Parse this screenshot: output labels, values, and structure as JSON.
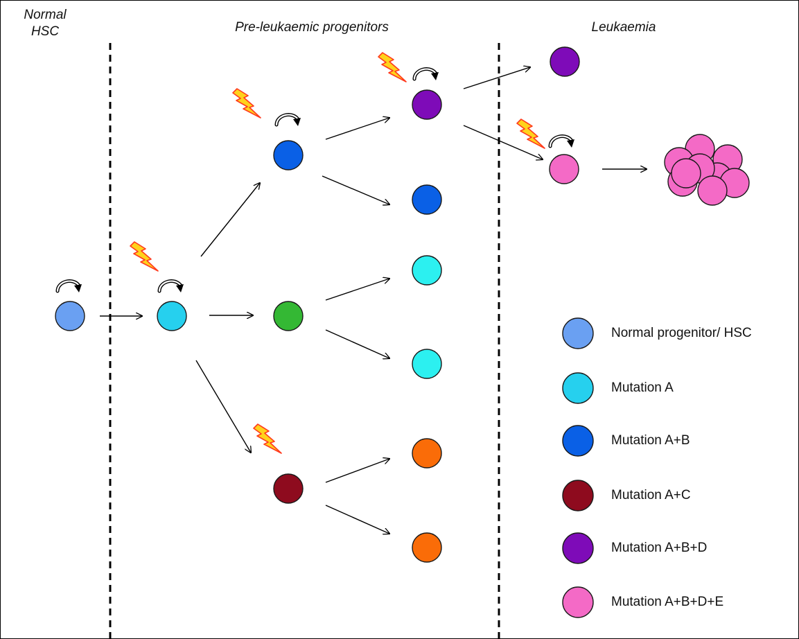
{
  "headers": {
    "normal_line1": "Normal",
    "normal_line2": "HSC",
    "pre": "Pre-leukaemic progenitors",
    "leuk": "Leukaemia"
  },
  "colors": {
    "normal": "#6aa0f2",
    "mut_a": "#26d0ee",
    "mut_ab": "#0a60e6",
    "mut_ac": "#8e0b1e",
    "mut_abd": "#7e0bb8",
    "mut_abde": "#f46ac6",
    "green": "#34b834",
    "cyan_light": "#2cf0f0",
    "orange": "#fa6c08",
    "lightning": "#ffd21c",
    "lightning_stroke": "#ff3a1e"
  },
  "legend": [
    {
      "label": "Normal progenitor/ HSC",
      "color": "#6aa0f2"
    },
    {
      "label": "Mutation A",
      "color": "#26d0ee"
    },
    {
      "label": "Mutation A+B",
      "color": "#0a60e6"
    },
    {
      "label": "Mutation A+C",
      "color": "#8e0b1e"
    },
    {
      "label": "Mutation A+B+D",
      "color": "#7e0bb8"
    },
    {
      "label": "Mutation A+B+D+E",
      "color": "#f46ac6"
    }
  ],
  "icons": [
    "lightning-icon",
    "self-renewal-arrow-icon"
  ]
}
